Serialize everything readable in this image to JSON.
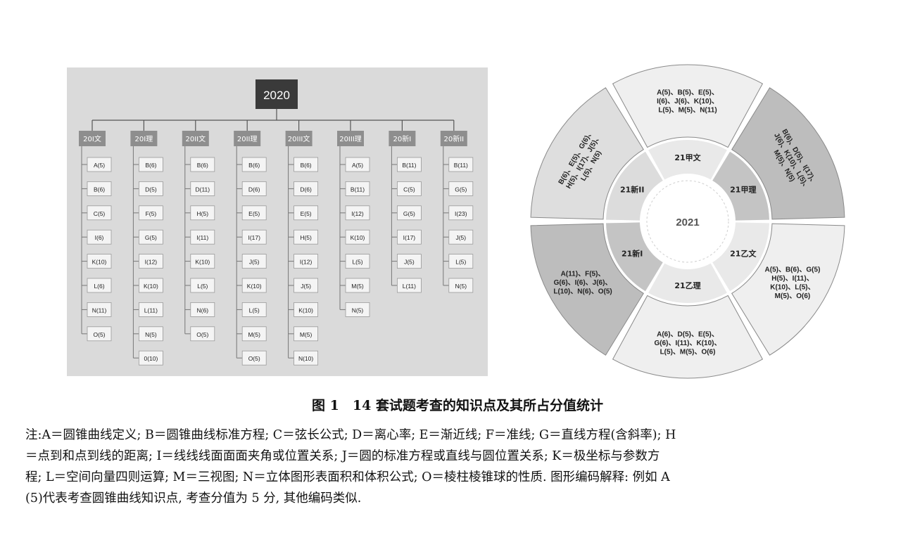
{
  "tree": {
    "root": "2020",
    "columns": [
      {
        "label": "20I文",
        "items": [
          "A(5)",
          "B(6)",
          "C(5)",
          "I(6)",
          "K(10)",
          "L(6)",
          "N(11)",
          "O(5)"
        ]
      },
      {
        "label": "20I理",
        "items": [
          "B(6)",
          "D(5)",
          "F(5)",
          "G(5)",
          "I(12)",
          "K(10)",
          "L(11)",
          "N(5)",
          "0(10)"
        ]
      },
      {
        "label": "20II文",
        "items": [
          "B(6)",
          "D(11)",
          "H(5)",
          "I(11)",
          "K(10)",
          "L(5)",
          "N(6)",
          "O(5)"
        ]
      },
      {
        "label": "20II理",
        "items": [
          "B(6)",
          "D(6)",
          "E(5)",
          "I(17)",
          "J(5)",
          "K(10)",
          "L(5)",
          "M(5)",
          "O(5)"
        ]
      },
      {
        "label": "20III文",
        "items": [
          "B(6)",
          "D(6)",
          "E(5)",
          "H(5)",
          "I(12)",
          "J(5)",
          "K(10)",
          "M(5)",
          "N(10)"
        ]
      },
      {
        "label": "20III理",
        "items": [
          "A(5)",
          "B(11)",
          "I(12)",
          "K(10)",
          "L(5)",
          "M(5)",
          "N(5)"
        ]
      },
      {
        "label": "20新I",
        "items": [
          "B(11)",
          "C(5)",
          "G(5)",
          "I(17)",
          "J(5)",
          "L(11)"
        ]
      },
      {
        "label": "20新II",
        "items": [
          "B(11)",
          "G(5)",
          "I(23)",
          "J(5)",
          "L(5)",
          "N(5)"
        ]
      }
    ]
  },
  "wheel": {
    "center": "2021",
    "sectors": [
      {
        "label": "21甲文",
        "shade": "#efefef",
        "lines": [
          "A(5)、B(5)、E(5)、",
          "I(6)、J(6)、K(10)、",
          "L(5)、M(5)、N(11)"
        ]
      },
      {
        "label": "21甲理",
        "shade": "#bdbdbd",
        "lines": [
          "B(6)、D(5)、I(17)、",
          "J(6)、K(10)、L(5)、",
          "M(5)、N(5)"
        ]
      },
      {
        "label": "21乙文",
        "shade": "#efefef",
        "lines": [
          "A(5)、B(6)、G(5)",
          "H(5)、I(11)、",
          "K(10)、L(5)、",
          "M(5)、O(6)"
        ]
      },
      {
        "label": "21乙理",
        "shade": "#efefef",
        "lines": [
          "A(6)、D(5)、E(5)、",
          "G(6)、I(11)、K(10)、",
          "L(5)、M(5)、O(6)"
        ]
      },
      {
        "label": "21新I",
        "shade": "#bdbdbd",
        "lines": [
          "A(11)、F(5)、",
          "G(6)、I(6)、J(6)、",
          "L(10)、N(6)、O(5)"
        ]
      },
      {
        "label": "21新II",
        "shade": "#dedede",
        "lines": [
          "B(6)、E(5)、G(6)、",
          "H(5)、I(17)、J(5)、",
          "L(5)、N(5)"
        ]
      }
    ]
  },
  "caption": "图 1　14 套试题考查的知识点及其所占分值统计",
  "notes": [
    "注:A＝圆锥曲线定义; B＝圆锥曲线标准方程; C＝弦长公式; D＝离心率; E＝渐近线; F＝准线; G＝直线方程(含斜率); H",
    "＝点到和点到线的距离; I＝线线线面面面夹角或位置关系; J＝圆的标准方程或直线与圆位置关系; K＝极坐标与参数方",
    "程; L＝空间向量四则运算; M＝三视图; N＝立体图形表面积和体积公式; O＝棱柱棱锥球的性质. 图形编码解释: 例如 A",
    "(5)代表考查圆锥曲线知识点, 考查分值为 5 分, 其他编码类似."
  ]
}
